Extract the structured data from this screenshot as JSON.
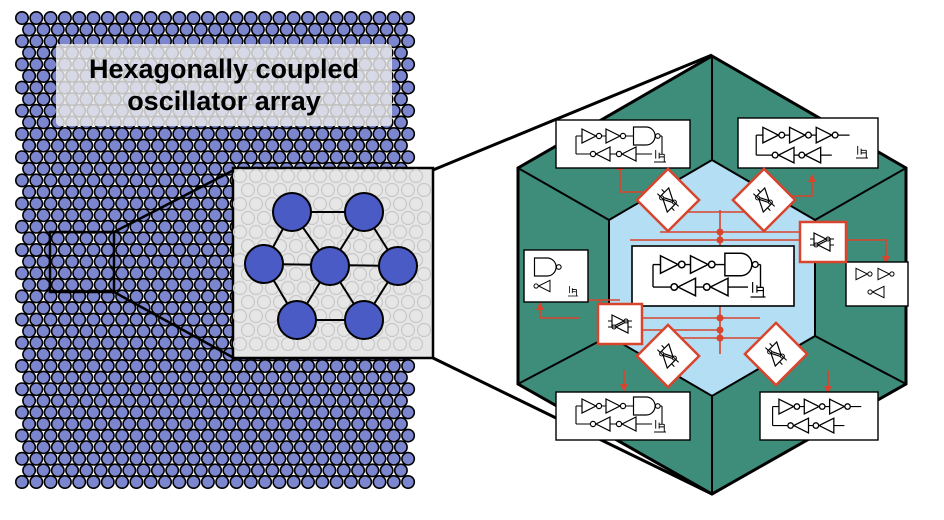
{
  "title": {
    "line1": "Hexagonally coupled",
    "line2": "oscillator array"
  },
  "colors": {
    "oscillator_fill": "#7b86cf",
    "oscillator_highlight": "#4a5bc6",
    "hexagon_outer": "#3e8d7b",
    "hexagon_inner": "#b4def4",
    "coupling_wire": "#d9442c",
    "outline": "#000000"
  },
  "icons": {
    "ring_oscillator": "inverter-chain-symbol",
    "nand_gate": "nand-gate-symbol",
    "coupling_element": "schmitt-buffer-symbol"
  }
}
